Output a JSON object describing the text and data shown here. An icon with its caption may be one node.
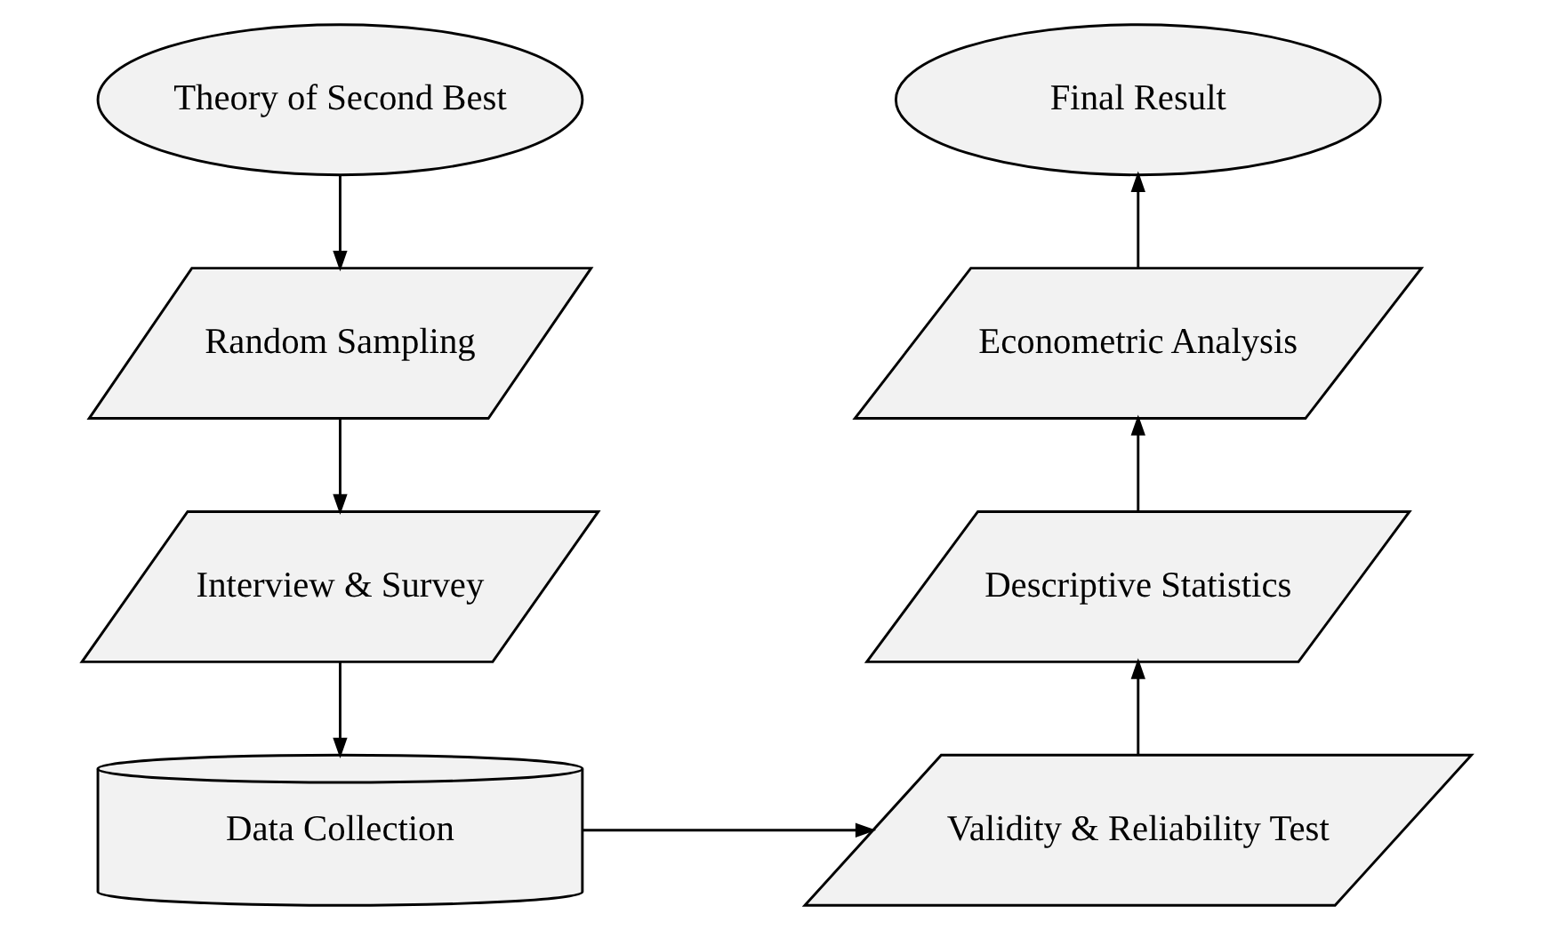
{
  "diagram": {
    "nodes": [
      {
        "text": [
          "Theory of Second Best"
        ]
      },
      {
        "text": [
          "Random Sampling"
        ]
      },
      {
        "text": [
          "Interview & Survey"
        ]
      },
      {
        "text": [
          "Data Collection"
        ]
      },
      {
        "text": [
          "Validity & Reliability Test"
        ]
      },
      {
        "text": [
          "Descriptive Statistics"
        ]
      },
      {
        "text": [
          "Econometric Analysis"
        ]
      },
      {
        "text": [
          "Final Result"
        ]
      }
    ],
    "edges": [
      {
        "from": 0,
        "to": 1,
        "arrow": "to"
      },
      {
        "from": 1,
        "to": 2,
        "arrow": "to"
      },
      {
        "from": 2,
        "to": 3,
        "arrow": "to"
      },
      {
        "from": 3,
        "to": 4,
        "arrow": "to"
      },
      {
        "from": 4,
        "to": 5,
        "arrow": "to"
      },
      {
        "from": 5,
        "to": 6,
        "arrow": "to"
      },
      {
        "from": 6,
        "to": 7,
        "arrow": "to"
      }
    ]
  }
}
